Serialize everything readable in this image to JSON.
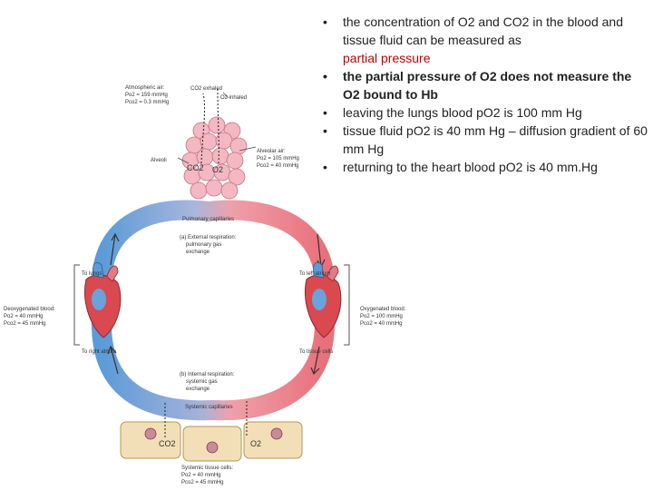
{
  "bullets": [
    {
      "text": "the concentration of O2 and CO2 in the blood and tissue fluid can be measured as",
      "highlight": "partial pressure"
    },
    {
      "text": "the partial pressure of O2 does not measure the O2 bound to Hb"
    },
    {
      "text": "leaving the lungs blood pO2 is 100 mm Hg"
    },
    {
      "text": "tissue fluid pO2 is 40 mm Hg – diffusion gradient of 60 mm Hg"
    },
    {
      "text": "returning to the heart blood pO2 is 40 mm.Hg"
    }
  ],
  "diagram": {
    "atmospheric": {
      "title": "Atmospheric air:",
      "po2": "Po2 = 159 mmHg",
      "pco2": "Pco2 = 0.3 mmHg"
    },
    "co2_exhaled": "CO2 exhaled",
    "o2_inhaled": "O2 inhaled",
    "alveoli": "Alveoli",
    "alveolar_air": {
      "title": "Alveolar air:",
      "po2": "Po2 = 105 mmHg",
      "pco2": "Pco2 = 40 mmHg"
    },
    "gas_co2": "CO2",
    "gas_o2": "O2",
    "pulmonary_capillaries": "Pulmonary capillaries",
    "external_respiration": [
      "(a) External respiration:",
      "pulmonary gas",
      "exchange"
    ],
    "to_lungs": "To lungs",
    "to_left_atrium": "To left atrium",
    "deoxygenated": {
      "title": "Deoxygenated blood:",
      "po2": "Po2 = 40 mmHg",
      "pco2": "Pco2 = 45 mmHg"
    },
    "oxygenated": {
      "title": "Oxygenated blood:",
      "po2": "Po2 = 100 mmHg",
      "pco2": "Pco2 = 40 mmHg"
    },
    "to_right_atrium": "To right atrium",
    "to_tissue_cells": "To tissue cells",
    "internal_respiration": [
      "(b) Internal respiration:",
      "systemic gas",
      "exchange"
    ],
    "systemic_capillaries": "Systemic capillaries",
    "tissue_co2": "CO2",
    "tissue_o2": "O2",
    "tissue_cells": {
      "title": "Systemic tissue cells:",
      "po2": "Po2 = 40 mmHg",
      "pco2": "Pco2 = 45 mmHg"
    }
  },
  "colors": {
    "oxygenated": "#e8707a",
    "deoxygenated": "#5b9bd8",
    "lung": "#f3b8c2",
    "tissue_cell": "#f3dfb7",
    "highlight_text": "#c00000"
  }
}
